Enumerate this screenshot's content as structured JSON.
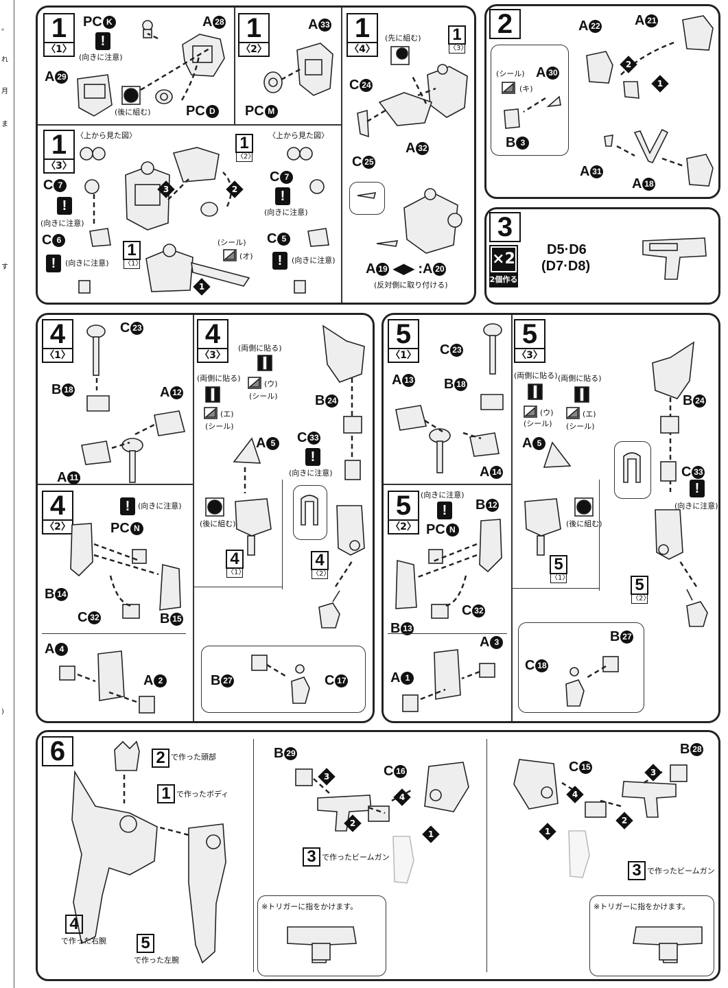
{
  "prev_page_fragments": [
    "。",
    "れ",
    "月",
    "ま",
    "す",
    ")"
  ],
  "common": {
    "attention": "(向きに注意)",
    "assemble_after": "(後に組む)",
    "assemble_first": "(先に組む)",
    "view_from_top": "〈上から見た図〉",
    "seal": "(シール)",
    "both_sides": "(両側に貼る)",
    "reverse_side": "(反対側に取り付ける)",
    "make_two": "2個作る",
    "x2": "×2",
    "trigger_note": "※トリガーに指をかけます。"
  },
  "step1_1": {
    "num": "1",
    "sub": "〈1〉",
    "labels": [
      "PC",
      "K",
      "A",
      "28",
      "A",
      "29",
      "PC",
      "D"
    ]
  },
  "step1_2": {
    "num": "1",
    "sub": "〈2〉",
    "labels": [
      "A",
      "33",
      "PC",
      "M"
    ]
  },
  "step1_4": {
    "num": "1",
    "sub": "〈4〉",
    "labels": [
      "C",
      "24",
      "C",
      "25",
      "A",
      "32",
      "A",
      "19",
      "A",
      "20"
    ],
    "ref": "1",
    "ref_sub": "〈3〉"
  },
  "step1_3": {
    "num": "1",
    "sub": "〈3〉",
    "labels": [
      "C",
      "7",
      "C",
      "6",
      "C",
      "7",
      "C",
      "5"
    ],
    "ref_top": "1",
    "ref_top_sub": "〈2〉",
    "ref_bot": "1",
    "ref_bot_sub": "〈1〉",
    "seal_mark": "オ"
  },
  "step2": {
    "num": "2",
    "labels": [
      "A",
      "22",
      "A",
      "21",
      "A",
      "30",
      "B",
      "3",
      "A",
      "31",
      "A",
      "18"
    ],
    "seal_mark": "キ"
  },
  "step3": {
    "num": "3",
    "parts_line1": "D5·D6",
    "parts_line2": "(D7·D8)"
  },
  "step4_1": {
    "num": "4",
    "sub": "〈1〉",
    "labels": [
      "C",
      "23",
      "B",
      "18",
      "A",
      "12",
      "A",
      "11"
    ]
  },
  "step4_2": {
    "num": "4",
    "sub": "〈2〉",
    "labels": [
      "PC",
      "N",
      "B",
      "14",
      "C",
      "32",
      "B",
      "15",
      "A",
      "4",
      "A",
      "2"
    ]
  },
  "step4_3": {
    "num": "4",
    "sub": "〈3〉",
    "labels": [
      "A",
      "5",
      "B",
      "24",
      "C",
      "33",
      "B",
      "27",
      "C",
      "17"
    ],
    "seal_marks": [
      "ウ",
      "エ"
    ],
    "ref_a": "4",
    "ref_a_sub": "〈1〉",
    "ref_b": "4",
    "ref_b_sub": "〈2〉"
  },
  "step5_1": {
    "num": "5",
    "sub": "〈1〉",
    "labels": [
      "C",
      "23",
      "B",
      "18",
      "A",
      "13",
      "A",
      "14"
    ]
  },
  "step5_2": {
    "num": "5",
    "sub": "〈2〉",
    "labels": [
      "PC",
      "N",
      "B",
      "12",
      "B",
      "13",
      "C",
      "32",
      "A",
      "3",
      "A",
      "1"
    ]
  },
  "step5_3": {
    "num": "5",
    "sub": "〈3〉",
    "labels": [
      "A",
      "5",
      "B",
      "24",
      "C",
      "33",
      "B",
      "27",
      "C",
      "18"
    ],
    "seal_marks": [
      "ウ",
      "エ"
    ],
    "ref_a": "5",
    "ref_a_sub": "〈1〉",
    "ref_b": "5",
    "ref_b_sub": "〈2〉"
  },
  "step6": {
    "num": "6",
    "head_ref": "2",
    "head_text": "で作った頭部",
    "body_ref": "1",
    "body_text": "で作ったボディ",
    "rarm_ref": "4",
    "rarm_text": "で作った右腕",
    "larm_ref": "5",
    "larm_text": "で作った左腕",
    "gun_ref": "3",
    "gun_text": "で作ったビームガン",
    "left_labels": [
      "B",
      "29",
      "C",
      "16"
    ],
    "right_labels": [
      "B",
      "28",
      "C",
      "15"
    ]
  }
}
